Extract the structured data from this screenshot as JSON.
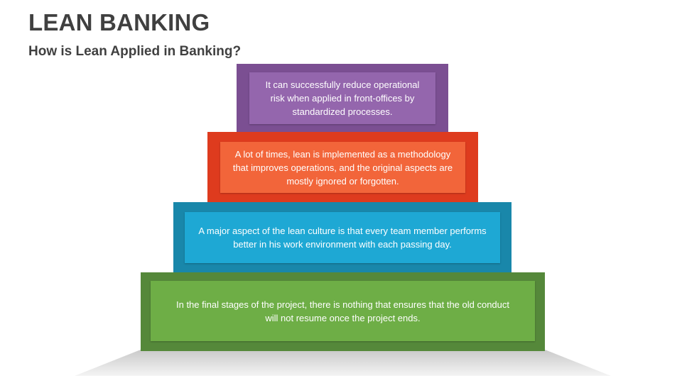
{
  "header": {
    "title": "LEAN BANKING",
    "subtitle": "How is Lean Applied in Banking?"
  },
  "tiers": [
    {
      "text": "It can successfully reduce operational risk when applied in front-offices by standardized processes.",
      "outer_color": "#7b4f92",
      "inner_color": "#9466ad"
    },
    {
      "text": "A lot of times, lean is implemented as a methodology that improves operations, and the original aspects are mostly ignored or forgotten.",
      "outer_color": "#de3b1e",
      "inner_color": "#f2653a"
    },
    {
      "text": "A major aspect of the lean culture is that every team member performs better in his work environment with each passing day.",
      "outer_color": "#1987aa",
      "inner_color": "#1ea8d4"
    },
    {
      "text": "In the final stages of the project, there is nothing that ensures that the old conduct will not resume once the project ends.",
      "outer_color": "#55883a",
      "inner_color": "#6eae46"
    }
  ]
}
